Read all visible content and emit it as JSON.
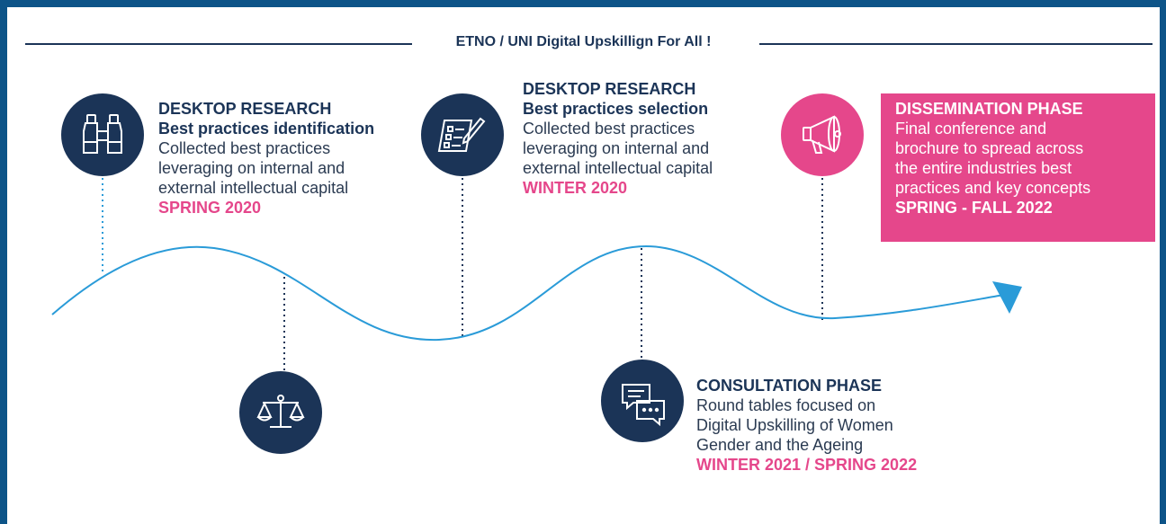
{
  "title": "ETNO / UNI Digital Upskillign For All !",
  "colors": {
    "navy": "#1b3457",
    "pink": "#e5478b",
    "curve": "#2a9bd8",
    "border": "#0d5488"
  },
  "stages": [
    {
      "heading": "DESKTOP RESEARCH",
      "subheading": "Best practices identification",
      "lines": [
        "Collected best practices",
        "leveraging on internal and",
        "external intellectual capital"
      ],
      "date": "SPRING 2020",
      "icon": "binoculars-icon"
    },
    {
      "icon": "scales-icon"
    },
    {
      "heading": "DESKTOP RESEARCH",
      "subheading": "Best practices selection",
      "lines": [
        "Collected best practices",
        "leveraging on internal and",
        "external intellectual capital"
      ],
      "date": "WINTER 2020",
      "icon": "checklist-pen-icon"
    },
    {
      "heading": "CONSULTATION PHASE",
      "lines": [
        "Round tables focused on",
        "Digital Upskilling of Women",
        "Gender and the Ageing"
      ],
      "date": "WINTER 2021 / SPRING 2022",
      "icon": "chat-bubbles-icon"
    },
    {
      "heading": "DISSEMINATION PHASE",
      "lines": [
        "Final conference and",
        "brochure to spread across",
        "the entire industries best",
        "practices and key concepts"
      ],
      "date": "SPRING - FALL 2022",
      "icon": "megaphone-icon"
    }
  ]
}
